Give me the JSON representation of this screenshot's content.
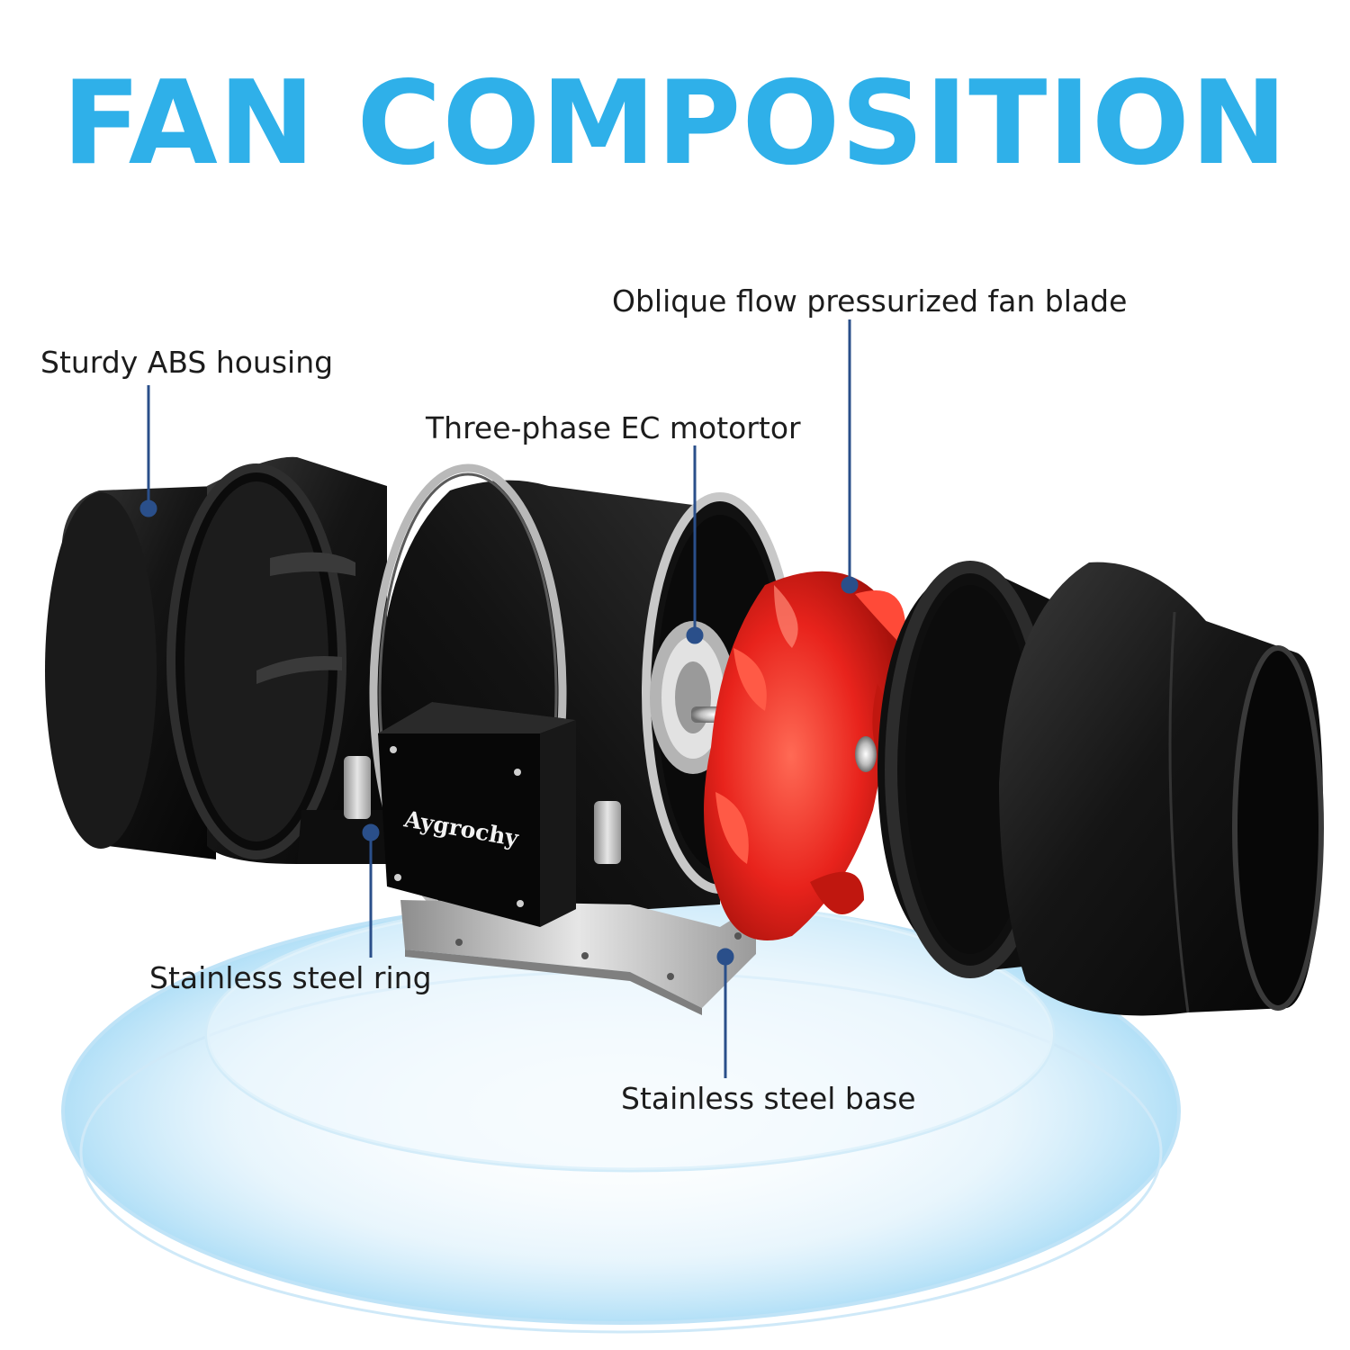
{
  "title": "FAN COMPOSITION",
  "brand": "Aygrochy",
  "labels": {
    "housing": "Sturdy ABS housing",
    "blade": "Oblique flow pressurized fan blade",
    "motor": "Three-phase EC motortor",
    "ring": "Stainless steel ring",
    "base": "Stainless steel base"
  },
  "colors": {
    "title": "#2fb0e9",
    "leader_line": "#2a4f8a",
    "fan_blade": "#e8231c",
    "housing": "#141414"
  }
}
